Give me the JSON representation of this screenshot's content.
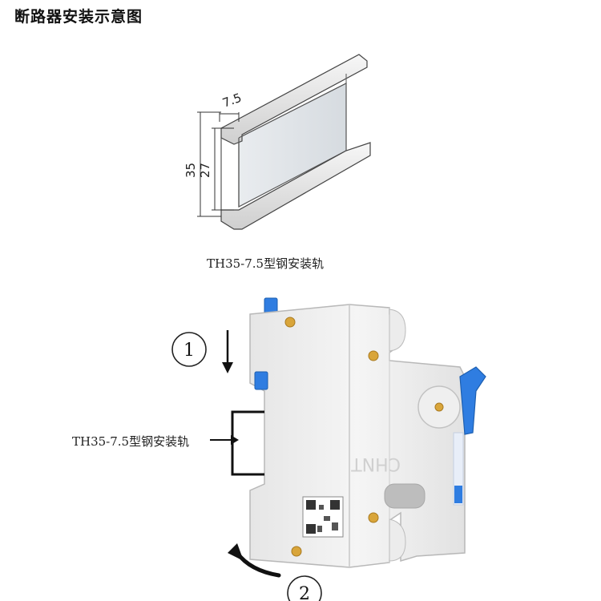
{
  "page": {
    "title": "断路器安装示意图"
  },
  "rail_drawing": {
    "caption": "TH35-7.5型钢安装轨",
    "dim_lip": "7.5",
    "dim_height": "35",
    "dim_inner": "27"
  },
  "mounting": {
    "rail_label": "TH35-7.5型钢安装轨",
    "step1": "1",
    "step2": "2",
    "brand_mark": "CHNT"
  },
  "colors": {
    "toggle_blue": "#2f7de1",
    "breaker_body": "#f2f2f2",
    "screw_brass": "#d9a53a"
  }
}
